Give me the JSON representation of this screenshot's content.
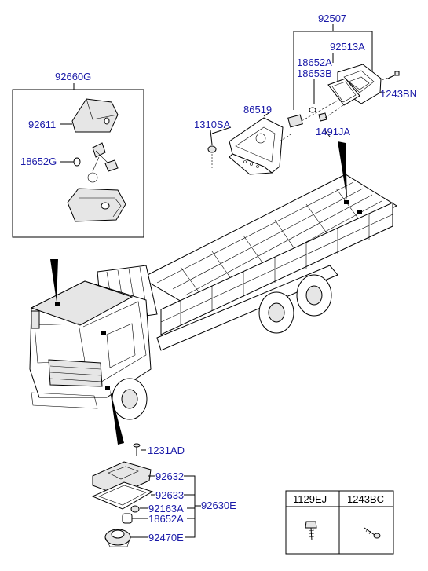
{
  "labels": {
    "p92507": "92507",
    "p92513A": "92513A",
    "p18652A": "18652A",
    "p18653B": "18653B",
    "p1243BN": "1243BN",
    "p86519": "86519",
    "p1310SA": "1310SA",
    "p1491JA": "1491JA",
    "p92660G": "92660G",
    "p92611": "92611",
    "p18652G": "18652G",
    "p1231AD": "1231AD",
    "p92632": "92632",
    "p92633": "92633",
    "p92163A": "92163A",
    "p18652A_b": "18652A",
    "p92470E": "92470E",
    "p92630E": "92630E"
  },
  "legend_table": {
    "col1": "1129EJ",
    "col2": "1243BC"
  }
}
